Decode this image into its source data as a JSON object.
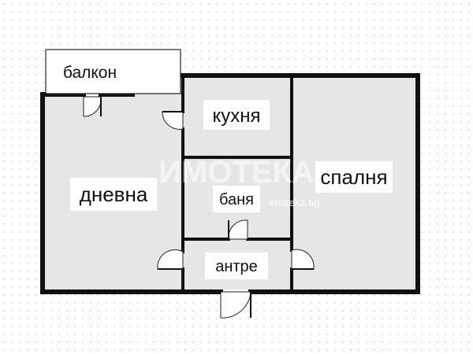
{
  "rooms": {
    "balcony": "балкон",
    "kitchen": "кухня",
    "living": "дневна",
    "bathroom": "баня",
    "bedroom": "спалня",
    "hall": "антре"
  },
  "watermark": {
    "brand": "ИМОТЕКА",
    "url": "imoteka.bg"
  },
  "colors": {
    "wall": "#111111",
    "floor": "#e6e6e6",
    "background": "#ffffff",
    "dots": "#cfcfcf"
  }
}
